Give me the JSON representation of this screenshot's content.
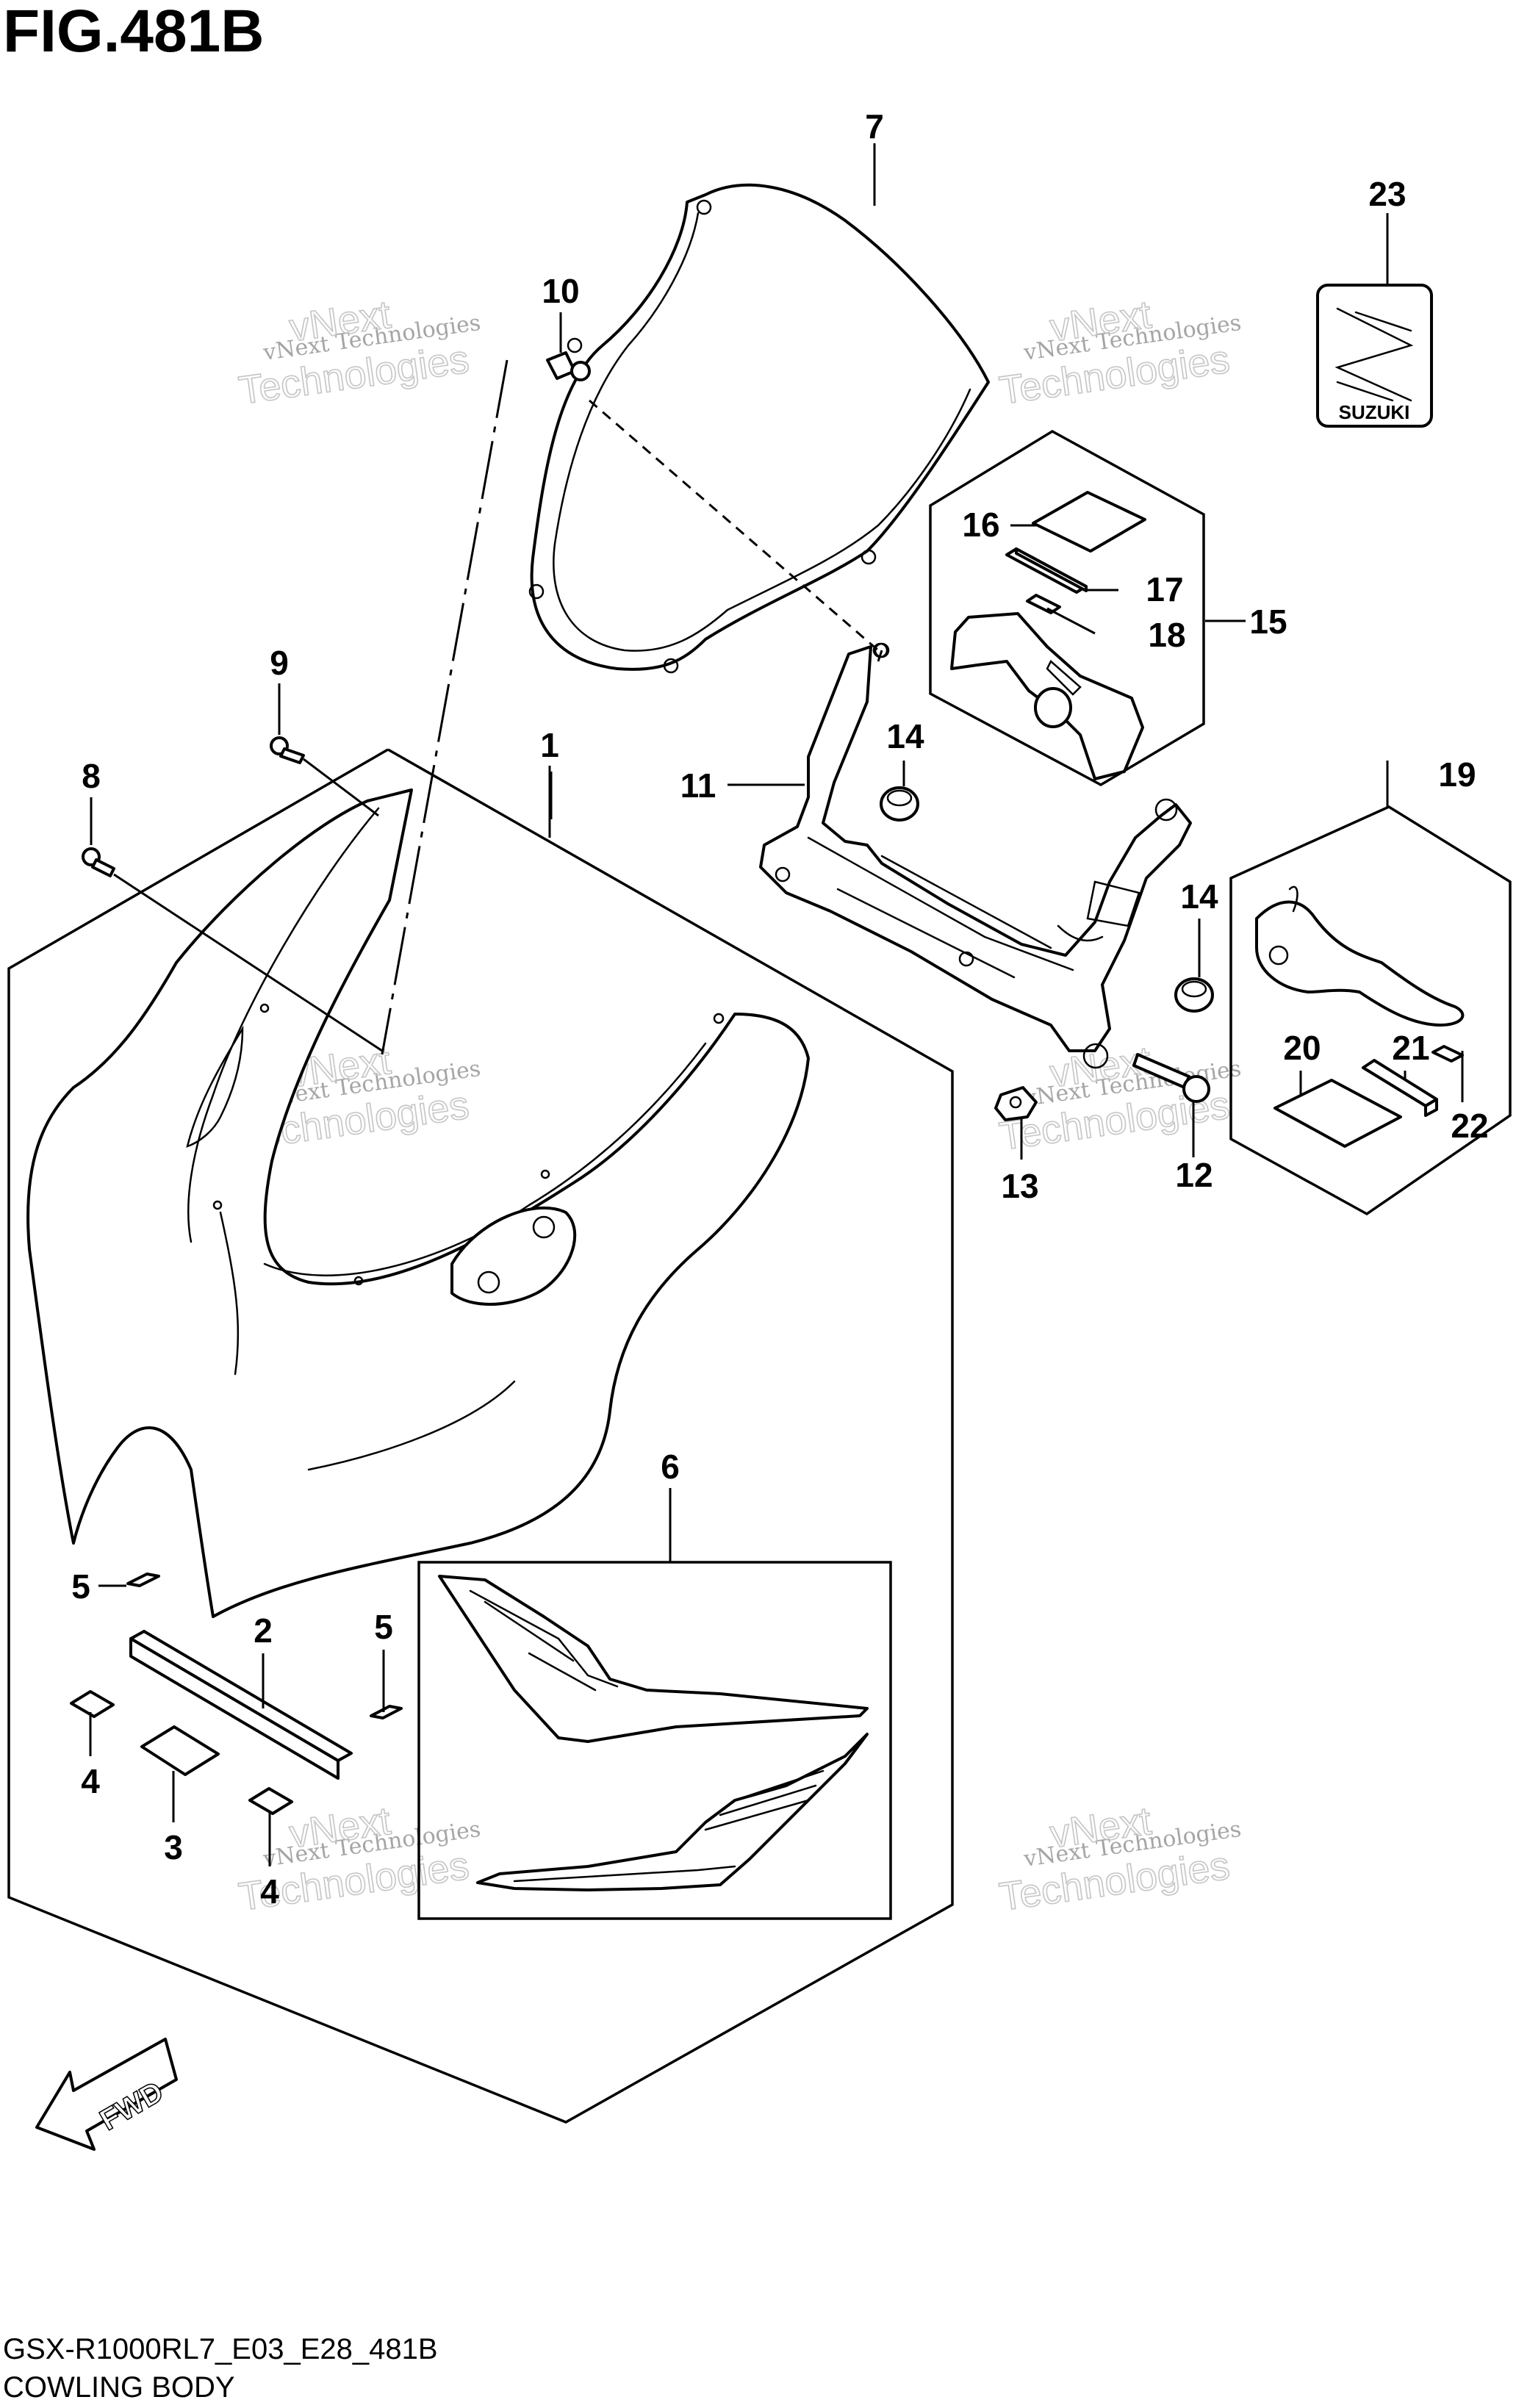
{
  "figure": {
    "title": "FIG.481B",
    "model_code": "GSX-R1000RL7_E03_E28_481B",
    "section_name": "COWLING BODY"
  },
  "callouts": {
    "c1": "1",
    "c2": "2",
    "c3": "3",
    "c4a": "4",
    "c4b": "4",
    "c5a": "5",
    "c5b": "5",
    "c6": "6",
    "c7": "7",
    "c8": "8",
    "c9": "9",
    "c10": "10",
    "c11": "11",
    "c12": "12",
    "c13": "13",
    "c14a": "14",
    "c14b": "14",
    "c15": "15",
    "c16": "16",
    "c17": "17",
    "c18": "18",
    "c19": "19",
    "c20": "20",
    "c21": "21",
    "c22": "22",
    "c23": "23"
  },
  "emblem_text": "SUZUKI",
  "direction_arrow": "FWD",
  "watermark": {
    "line1": "vNext Technologies",
    "line2": "vNext",
    "line3": "Technologies"
  },
  "colors": {
    "ink": "#000000",
    "watermark": "#9a9a9a",
    "background": "#ffffff"
  }
}
